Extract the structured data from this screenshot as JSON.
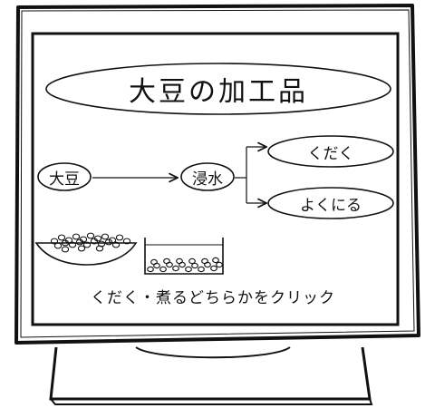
{
  "diagram": {
    "title": "大豆の加工品",
    "start_node": "大豆",
    "middle_node": "浸水",
    "options": [
      {
        "id": "kudaku",
        "label": "くだく"
      },
      {
        "id": "yokuniru",
        "label": "よくにる"
      }
    ],
    "instruction": "くだく・煮るどちらかをクリック"
  }
}
